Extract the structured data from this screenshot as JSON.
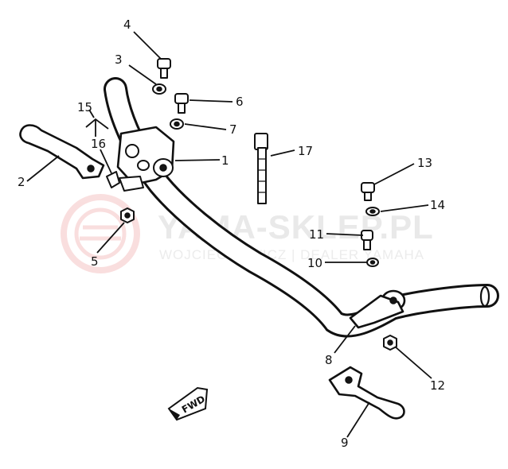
{
  "watermark": {
    "brand": "YAMA-SKLEP.PL",
    "dealer": "WOJCIECHOWICZ | DEALER YAMAHA",
    "color": "#f2b8b8"
  },
  "direction_marker": "FWD",
  "callouts": {
    "c1": "1",
    "c2": "2",
    "c3": "3",
    "c4": "4",
    "c5": "5",
    "c6": "6",
    "c7": "7",
    "c8": "8",
    "c9": "9",
    "c10": "10",
    "c11": "11",
    "c12": "12",
    "c13": "13",
    "c14": "14",
    "c15": "15",
    "c16": "16",
    "c17": "17"
  }
}
